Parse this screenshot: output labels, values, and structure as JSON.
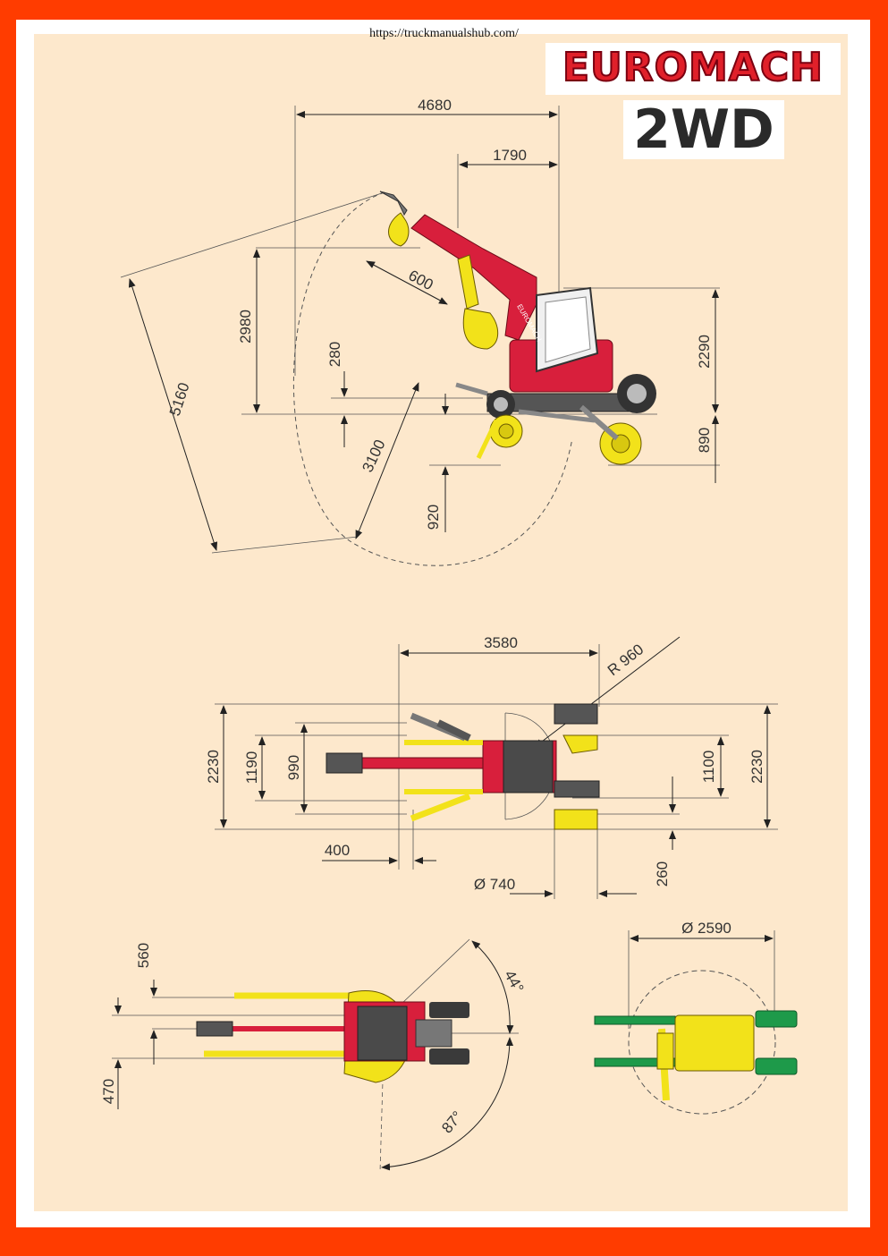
{
  "header": {
    "url": "https://truckmanualshub.com/",
    "brand": "EUROMACH",
    "model": "2WD"
  },
  "side_view": {
    "d_4680": "4680",
    "d_1790": "1790",
    "d_600": "600",
    "d_2980": "2980",
    "d_280": "280",
    "d_2290": "2290",
    "d_890": "890",
    "d_5160": "5160",
    "d_3100": "3100",
    "d_920": "920",
    "cab_logo": "EUROMACH"
  },
  "top_view": {
    "d_3580": "3580",
    "d_r960": "R 960",
    "d_2230_left": "2230",
    "d_1190": "1190",
    "d_990": "990",
    "d_1100": "1100",
    "d_2230_right": "2230",
    "d_400": "400",
    "d_260": "260",
    "d_740": "Ø 740"
  },
  "swing_view": {
    "d_560": "560",
    "d_470": "470",
    "a_44": "44°",
    "a_87": "87°"
  },
  "turn_view": {
    "d_2590": "Ø 2590"
  },
  "colors": {
    "frame": "#ff3c00",
    "panel": "#fde8cc",
    "machine_red": "#d81f3c",
    "machine_yellow": "#f2e21a",
    "machine_green": "#1e9a4a",
    "dark": "#3a3a3a"
  }
}
